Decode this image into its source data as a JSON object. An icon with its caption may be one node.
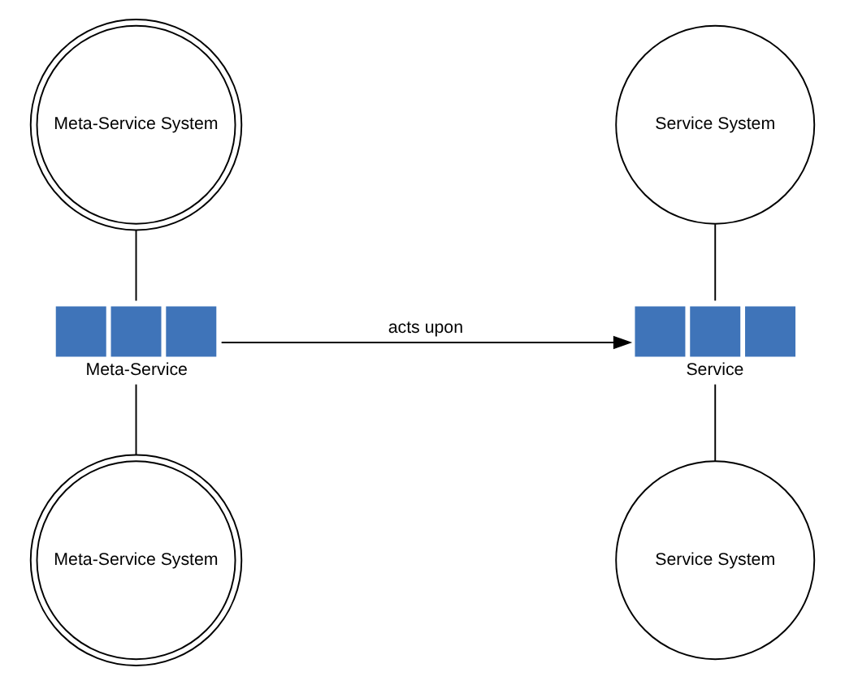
{
  "diagram": {
    "nodes": [
      {
        "text": [
          "Meta-Service System"
        ]
      },
      {
        "text": [
          "Meta-Service"
        ]
      },
      {
        "text": [
          "Meta-Service System"
        ]
      },
      {
        "text": [
          "Service System"
        ]
      },
      {
        "text": [
          "Service"
        ]
      },
      {
        "text": [
          "Service System"
        ]
      }
    ],
    "edges": [
      {
        "from": 0,
        "to": 1,
        "arrow": "none"
      },
      {
        "from": 1,
        "to": 2,
        "arrow": "none"
      },
      {
        "from": 1,
        "to": 4,
        "arrow": "to",
        "label": "acts upon"
      },
      {
        "from": 3,
        "to": 4,
        "arrow": "none"
      },
      {
        "from": 4,
        "to": 5,
        "arrow": "none"
      }
    ]
  }
}
